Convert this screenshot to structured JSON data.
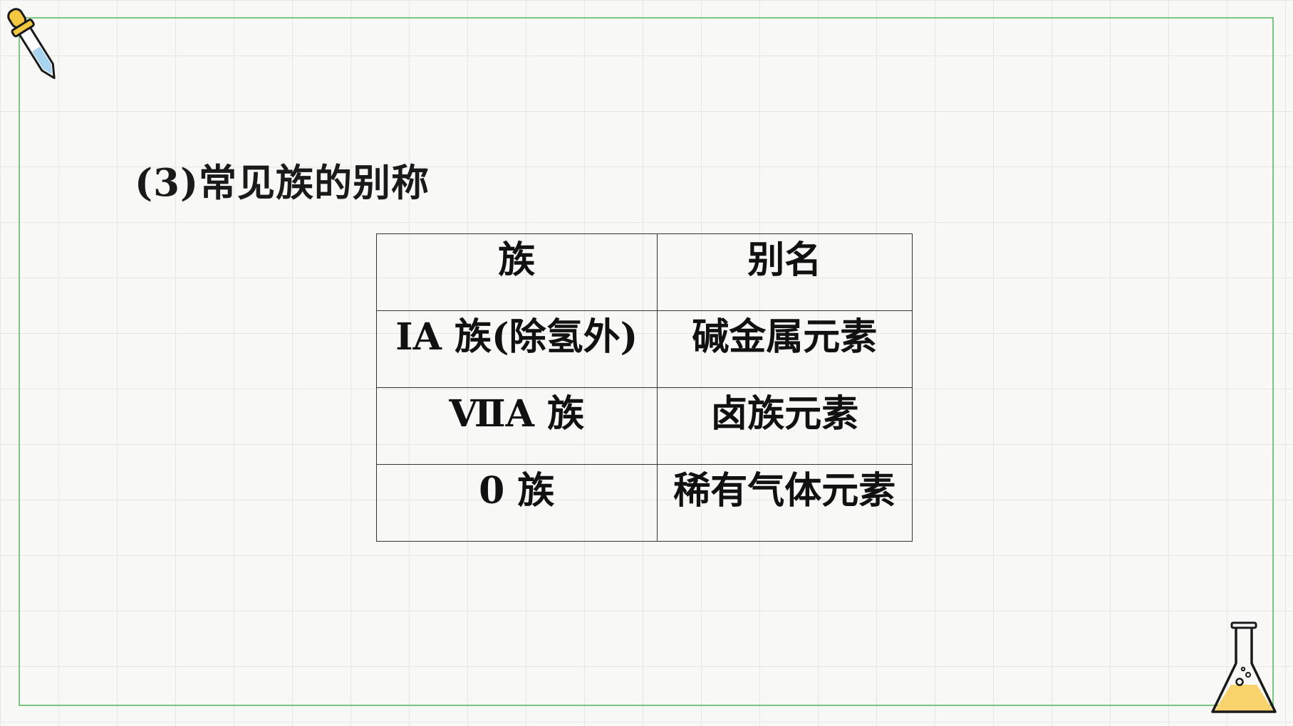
{
  "section_title": "(3)常见族的别称",
  "table": {
    "headers": [
      "族",
      "别名"
    ],
    "rows": [
      [
        "ⅠA 族(除氢外)",
        "碱金属元素"
      ],
      [
        "ⅦA 族",
        "卤族元素"
      ],
      [
        "0 族",
        "稀有气体元素"
      ]
    ]
  },
  "colors": {
    "frame": "#7cc47f",
    "grid": "#e6e6e3",
    "background": "#f8f8f6",
    "dropper_body": "#f5c842",
    "dropper_liquid": "#a8d4f0",
    "flask_liquid": "#f8d26a"
  },
  "icons": {
    "top_left": "dropper-icon",
    "bottom_right": "flask-icon"
  }
}
